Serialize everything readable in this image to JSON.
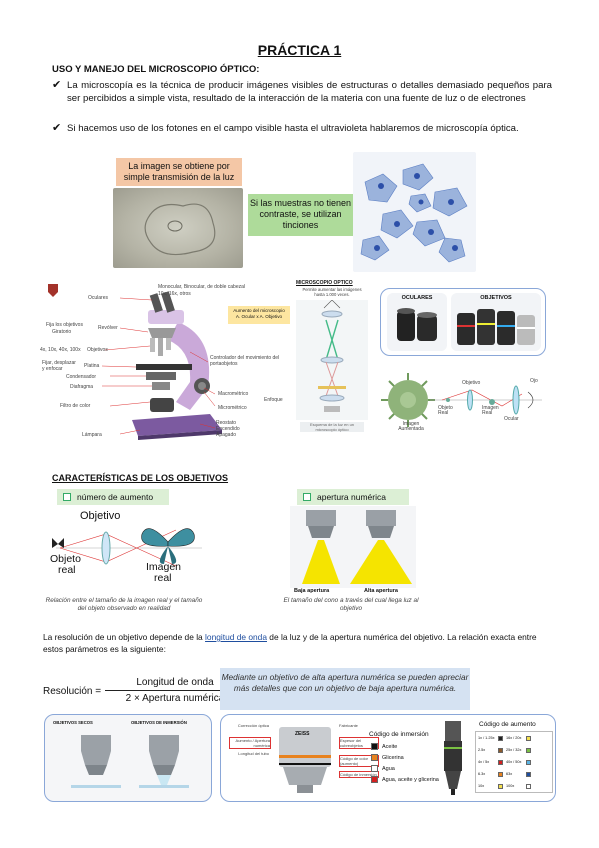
{
  "title": "PRÁCTICA 1",
  "subtitle": "USO Y MANEJO DEL MICROSCOPIO ÓPTICO:",
  "check_glyph": "✔",
  "bullets": [
    "La microscopía es la técnica de producir imágenes visibles de estructuras o detalles demasiado pequeños para ser percibidos a simple vista, resultado de la interacción de la materia con una fuente de luz o de electrones",
    "Si hacemos uso de los fotones en el campo visible hasta el ultravioleta hablaremos de microscopía óptica."
  ],
  "box_light": "La imagen se obtiene por simple transmisión de la luz",
  "box_stain": "Si las muestras no tienen contraste, se utilizan tinciones",
  "microscope_labels": {
    "heads": "Monocular, Binocular, de doble cabezal",
    "eyepiece_mag": "10x, 16x, otros",
    "oculares": "Oculares",
    "fija_objetivos": "Fija los objetivos",
    "giratorio": "Giratorio",
    "revolver": "Revólver",
    "obj_mags": "4x, 10x, 40x, 100x",
    "objetivos": "Objetivos",
    "fijar": "Fijar, desplazar",
    "enfocar": "y enfocar",
    "platina": "Platina",
    "condensador": "Condensador",
    "diafragma": "Diafragma",
    "filtro": "Filtro de color",
    "lampara": "Lámpara",
    "aumento_title": "Aumento del microscopio",
    "aumento_formula": "A. Ocular x A. Objetivo",
    "controlador": "Controlador del movimiento del portaobjetos",
    "macrometrico": "Macrométrico",
    "enfoque": "Enfoque",
    "micrometrico": "Micrométrico",
    "reostato": "Reostato",
    "encendido": "Encendido",
    "apagado": "Apagado"
  },
  "optics": {
    "title": "MICROSCOPIO OPTICO",
    "sub": "Permite aumentar las imágenes hasta 1.000 veces.",
    "note": "Esquema de la luz en un microscopio óptico"
  },
  "lenses_panel": {
    "oculares": "OCULARES",
    "objetivos": "OBJETIVOS"
  },
  "virus_labels": {
    "objetivo": "Objetivo",
    "ojo": "Ojo",
    "imagen_real": "Imagen Real",
    "ocular": "Ocular",
    "imagen_aumentada": "Imagen Aumentada",
    "objeto_real": "Objeto Real"
  },
  "section_title": "CARACTERÍSTICAS DE LOS OBJETIVOS",
  "tag_aumento": "número de aumento",
  "tag_apertura": "apertura numérica",
  "lens_diagram": {
    "objetivo": "Objetivo",
    "objeto": "Objeto",
    "real": "real",
    "imagen": "Imagen",
    "real2": "real"
  },
  "caption_aumento": "Relación entre el tamaño de la imagen real y el tamaño del objeto observado en realidad",
  "baja": "Baja apertura",
  "alta": "Alta apertura",
  "caption_apertura": "El tamaño del cono a través del cual llega luz al objetivo",
  "para_1": "La resolución de un objetivo depende de la ",
  "para_link": "longitud de onda",
  "para_2": " de la luz y de la apertura numérica del objetivo. La relación exacta entre estos parámetros es la siguiente:",
  "formula": {
    "lhs": "Resolución =",
    "num": "Longitud de onda",
    "den": "2 × Apertura numérica"
  },
  "blue_note": "Mediante un objetivo de alta apertura numérica se pueden apreciar más detalles que con un objetivo de baja apertura numérica.",
  "bottom_left": {
    "seco": "OBJETIVOS SECOS",
    "inmersion": "OBJETIVOS DE INMERSIÓN"
  },
  "bottom_right": {
    "codigo_aumento": "Código de aumento",
    "codigo_inmersion": "Código de inmersión",
    "brand": "ZEISS",
    "immersion": [
      {
        "name": "Aceite",
        "color": "#111111"
      },
      {
        "name": "Glicerina",
        "color": "#e8821e"
      },
      {
        "name": "Agua",
        "color": "#ffffff"
      },
      {
        "name": "Agua, aceite y glicerina",
        "color": "#d42020"
      }
    ],
    "mag_rows": [
      {
        "l": "1x / 1.25x",
        "lc": "#222222",
        "r": "16x / 20x",
        "rc": "#f4e04d"
      },
      {
        "l": "2.5x",
        "lc": "#8b5a2b",
        "r": "25x / 32x",
        "rc": "#7ac143"
      },
      {
        "l": "4x / 5x",
        "lc": "#d42020",
        "r": "40x / 50x",
        "rc": "#5ab4e5"
      },
      {
        "l": "6.3x",
        "lc": "#e8821e",
        "r": "63x",
        "rc": "#1f4e9f"
      },
      {
        "l": "10x",
        "lc": "#f4e04d",
        "r": "100x",
        "rc": "#ffffff"
      }
    ],
    "callouts": [
      "Corrección óptica",
      "Aumento / Apertura numérica",
      "Longitud del tubo",
      "Fabricante",
      "Espesor del cubreobjetos",
      "Código de color (aumento)",
      "Código de inmersión"
    ]
  }
}
